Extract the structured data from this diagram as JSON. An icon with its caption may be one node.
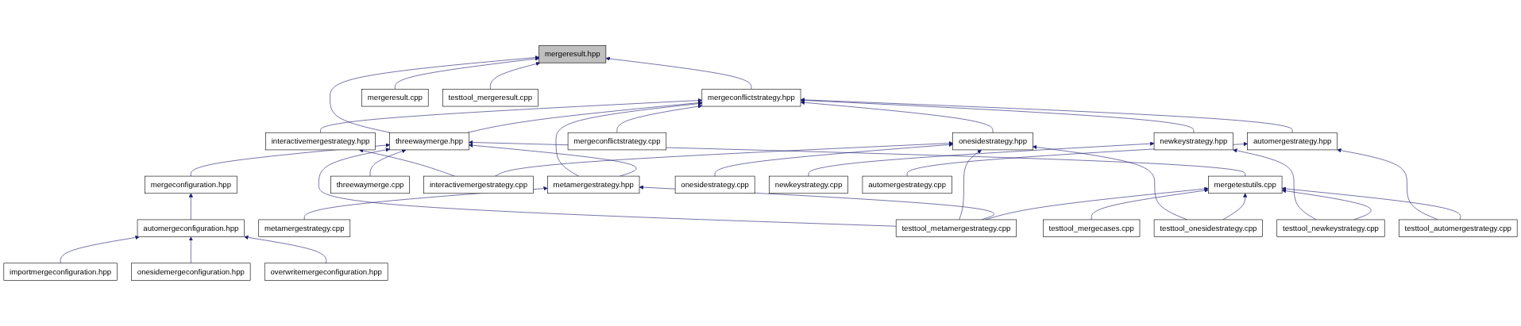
{
  "diagram": {
    "nodes": [
      {
        "text": [
          "mergeresult.hpp"
        ]
      },
      {
        "text": [
          "mergeconflictstrategy.hpp"
        ]
      },
      {
        "text": [
          "mergeresult.cpp"
        ]
      },
      {
        "text": [
          "testtool_mergeresult.cpp"
        ]
      },
      {
        "text": [
          "threewaymerge.hpp"
        ]
      },
      {
        "text": [
          "interactivemergestrategy.hpp"
        ]
      },
      {
        "text": [
          "onesidestrategy.hpp"
        ]
      },
      {
        "text": [
          "mergeconflictstrategy.cpp"
        ]
      },
      {
        "text": [
          "newkeystrategy.hpp"
        ]
      },
      {
        "text": [
          "automergestrategy.hpp"
        ]
      },
      {
        "text": [
          "mergeconfiguration.hpp"
        ]
      },
      {
        "text": [
          "metamergestrategy.hpp"
        ]
      },
      {
        "text": [
          "threewaymerge.cpp"
        ]
      },
      {
        "text": [
          "interactivemergestrategy.cpp"
        ]
      },
      {
        "text": [
          "mergetestutils.cpp"
        ]
      },
      {
        "text": [
          "onesidestrategy.cpp"
        ]
      },
      {
        "text": [
          "newkeystrategy.cpp"
        ]
      },
      {
        "text": [
          "automergestrategy.cpp"
        ]
      },
      {
        "text": [
          "automergeconfiguration.hpp"
        ]
      },
      {
        "text": [
          "metamergestrategy.cpp"
        ]
      },
      {
        "text": [
          "testtool_metamergestrategy.cpp"
        ]
      },
      {
        "text": [
          "testtool_mergecases.cpp"
        ]
      },
      {
        "text": [
          "testtool_onesidestrategy.cpp"
        ]
      },
      {
        "text": [
          "testtool_newkeystrategy.cpp"
        ]
      },
      {
        "text": [
          "testtool_automergestrategy.cpp"
        ]
      },
      {
        "text": [
          "importmergeconfiguration.hpp"
        ]
      },
      {
        "text": [
          "onesidemergeconfiguration.hpp"
        ]
      },
      {
        "text": [
          "overwritemergeconfiguration.hpp"
        ]
      }
    ],
    "edges": [
      {
        "from": 1,
        "to": 0,
        "arrow": "to"
      },
      {
        "from": 2,
        "to": 0,
        "arrow": "to"
      },
      {
        "from": 3,
        "to": 0,
        "arrow": "to"
      },
      {
        "from": 4,
        "to": 0,
        "arrow": "to"
      },
      {
        "from": 4,
        "to": 1,
        "arrow": "to"
      },
      {
        "from": 5,
        "to": 1,
        "arrow": "to"
      },
      {
        "from": 6,
        "to": 1,
        "arrow": "to"
      },
      {
        "from": 7,
        "to": 1,
        "arrow": "to"
      },
      {
        "from": 8,
        "to": 1,
        "arrow": "to"
      },
      {
        "from": 9,
        "to": 1,
        "arrow": "to"
      },
      {
        "from": 11,
        "to": 1,
        "arrow": "to"
      },
      {
        "from": 10,
        "to": 4,
        "arrow": "to"
      },
      {
        "from": 11,
        "to": 4,
        "arrow": "to"
      },
      {
        "from": 12,
        "to": 4,
        "arrow": "to"
      },
      {
        "from": 20,
        "to": 4,
        "arrow": "to"
      },
      {
        "from": 14,
        "to": 4,
        "arrow": "to"
      },
      {
        "from": 13,
        "to": 5,
        "arrow": "to"
      },
      {
        "from": 13,
        "to": 6,
        "arrow": "to"
      },
      {
        "from": 20,
        "to": 6,
        "arrow": "to"
      },
      {
        "from": 15,
        "to": 6,
        "arrow": "to"
      },
      {
        "from": 22,
        "to": 6,
        "arrow": "to"
      },
      {
        "from": 16,
        "to": 8,
        "arrow": "to"
      },
      {
        "from": 23,
        "to": 8,
        "arrow": "to"
      },
      {
        "from": 17,
        "to": 9,
        "arrow": "to"
      },
      {
        "from": 24,
        "to": 9,
        "arrow": "to"
      },
      {
        "from": 18,
        "to": 10,
        "arrow": "to"
      },
      {
        "from": 19,
        "to": 11,
        "arrow": "to"
      },
      {
        "from": 20,
        "to": 11,
        "arrow": "to"
      },
      {
        "from": 20,
        "to": 14,
        "arrow": "to"
      },
      {
        "from": 21,
        "to": 14,
        "arrow": "to"
      },
      {
        "from": 22,
        "to": 14,
        "arrow": "to"
      },
      {
        "from": 23,
        "to": 14,
        "arrow": "to"
      },
      {
        "from": 24,
        "to": 14,
        "arrow": "to"
      },
      {
        "from": 25,
        "to": 18,
        "arrow": "to"
      },
      {
        "from": 26,
        "to": 18,
        "arrow": "to"
      },
      {
        "from": 27,
        "to": 18,
        "arrow": "to"
      }
    ]
  }
}
